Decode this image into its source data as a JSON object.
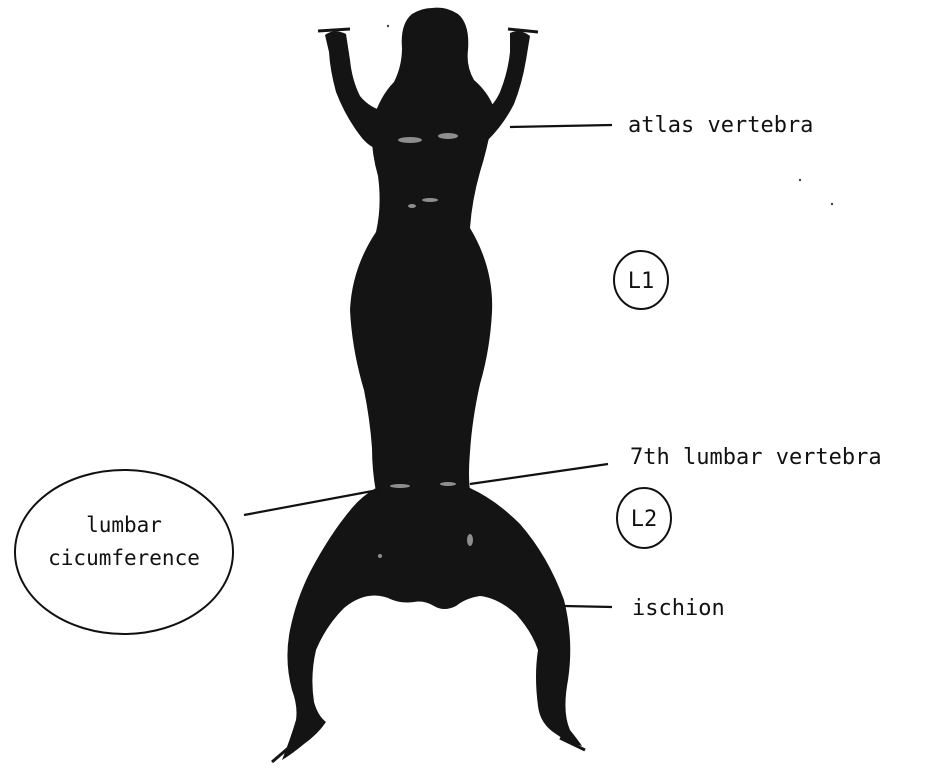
{
  "labels": {
    "atlas": "atlas vertebra",
    "lumbar7": "7th lumbar vertebra",
    "ischion": "ischion",
    "circ_line1": "lumbar",
    "circ_line2": "cicumference",
    "l1": "L1",
    "l2": "L2"
  },
  "colors": {
    "specimen": "#141414",
    "ink": "#111111",
    "background": "#ffffff"
  }
}
